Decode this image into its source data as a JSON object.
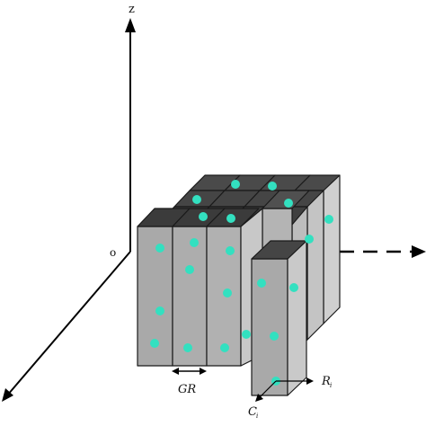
{
  "labels": {
    "z_axis": "z",
    "origin": "o",
    "grain_spacing": "GR",
    "r_main": "R",
    "r_sub": "i",
    "c_main": "C",
    "c_sub": "i"
  },
  "colors": {
    "face_front": "#a9a9a9",
    "face_side": "#c9c9c9",
    "face_top": "#454545",
    "edge": "#1a1a1a",
    "dot": "#33e0c0",
    "axis": "#000000"
  }
}
